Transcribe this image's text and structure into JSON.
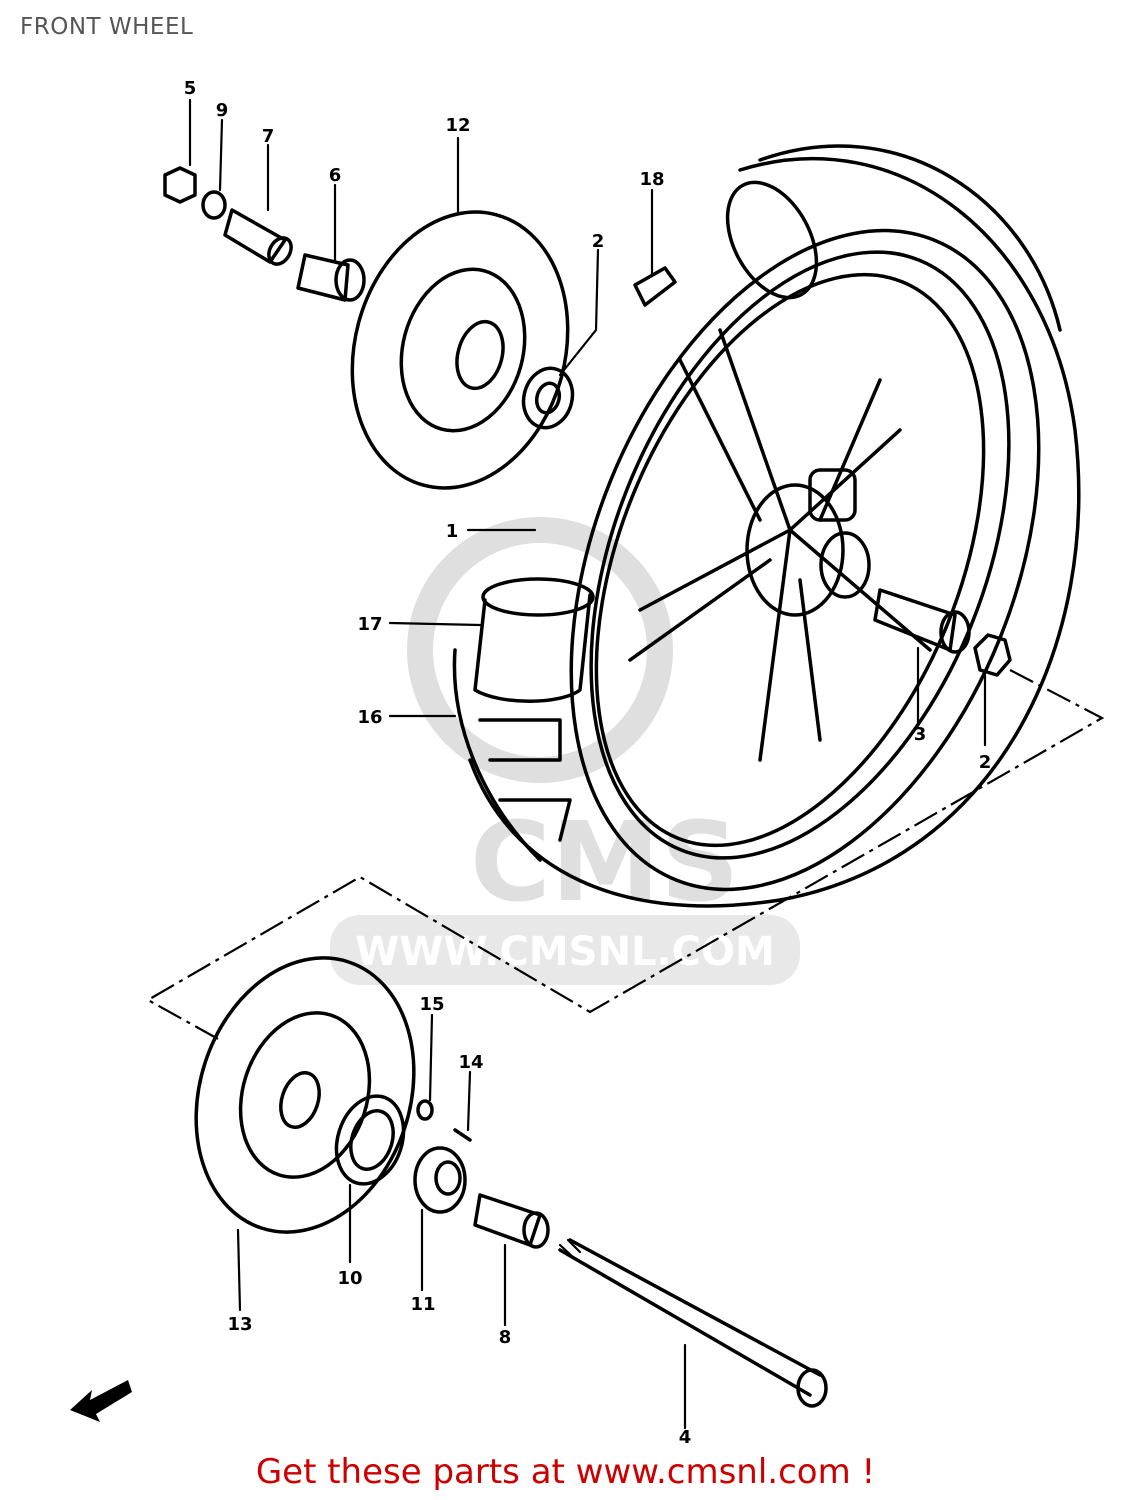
{
  "title": "FRONT WHEEL",
  "footer": "Get these parts at www.cmsnl.com !",
  "watermark": {
    "brand": "CMS",
    "url": "WWW.CMSNL.COM"
  },
  "colors": {
    "footer": "#cc0000",
    "title": "#555555",
    "lines": "#000000",
    "watermark": "#d8d8d8"
  },
  "callouts": [
    "1",
    "2",
    "2",
    "3",
    "4",
    "5",
    "6",
    "7",
    "8",
    "9",
    "10",
    "11",
    "12",
    "13",
    "14",
    "15",
    "16",
    "17",
    "18"
  ],
  "icons": {
    "direction_arrow": "front-direction-arrow-icon"
  }
}
